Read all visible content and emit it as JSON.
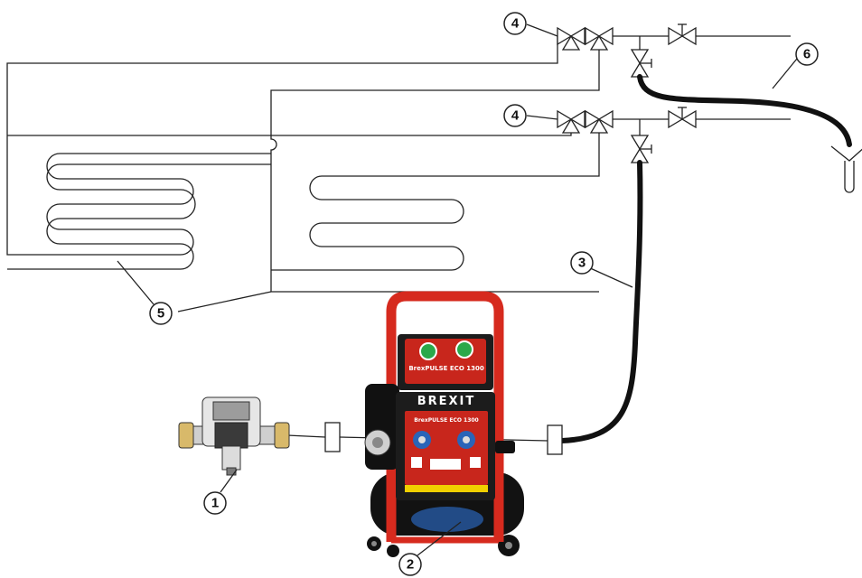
{
  "labels": {
    "filter": "1",
    "machine": "2",
    "supply_hose": "3",
    "valve_upper": "4",
    "valve_lower": "4",
    "heating_loops": "5",
    "drain_hose": "6"
  },
  "machine": {
    "brand": "BREXIT",
    "model_top": "BrexPULSE ECO 1300",
    "model_front": "BrexPULSE ECO 1300"
  },
  "colors": {
    "frame": "#d62a1e",
    "body": "#1c1c1c",
    "hose": "#111111",
    "line": "#222222",
    "panel_red": "#c8261c",
    "gauge_green": "#2aa84a",
    "connector_blue": "#2a64b8"
  }
}
